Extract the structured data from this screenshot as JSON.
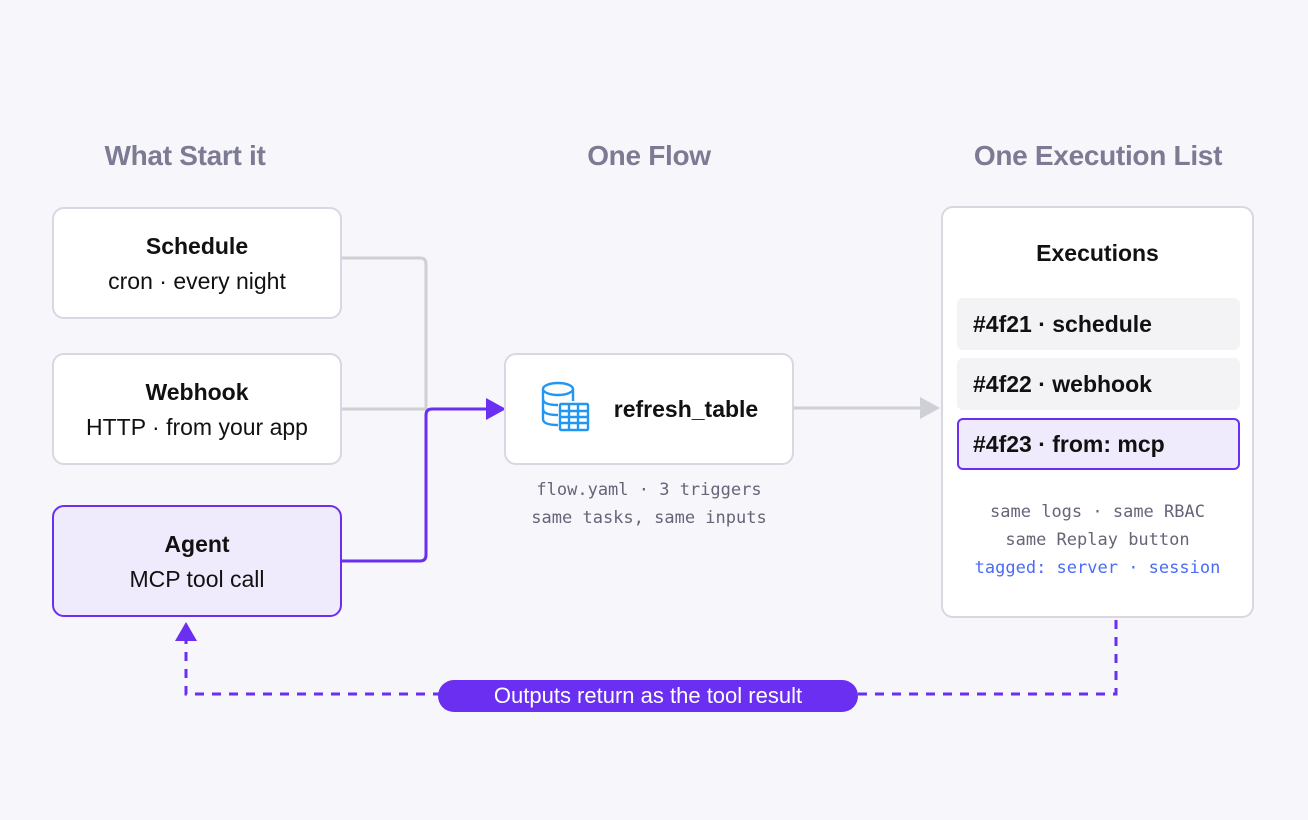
{
  "headers": {
    "left": "What Start it",
    "middle": "One Flow",
    "right": "One Execution List"
  },
  "triggers": [
    {
      "title": "Schedule",
      "subtitle": "cron · every night"
    },
    {
      "title": "Webhook",
      "subtitle": "HTTP · from your app"
    },
    {
      "title": "Agent",
      "subtitle": "MCP tool call"
    }
  ],
  "flow": {
    "name": "refresh_table",
    "icon": "database-table-icon",
    "note_line1": "flow.yaml · 3 triggers",
    "note_line2": "same tasks, same inputs"
  },
  "executions": {
    "title": "Executions",
    "rows": [
      "#4f21 · schedule",
      "#4f22 · webhook",
      "#4f23 · from: mcp"
    ],
    "note_line1": "same logs · same RBAC",
    "note_line2": "same Replay button",
    "note_line3": "tagged: server · session"
  },
  "return_label": "Outputs return as the tool result",
  "colors": {
    "accent": "#6a2ff0",
    "connector": "#cfcfd6",
    "tag": "#4a6cf7",
    "icon": "#2196f3"
  }
}
